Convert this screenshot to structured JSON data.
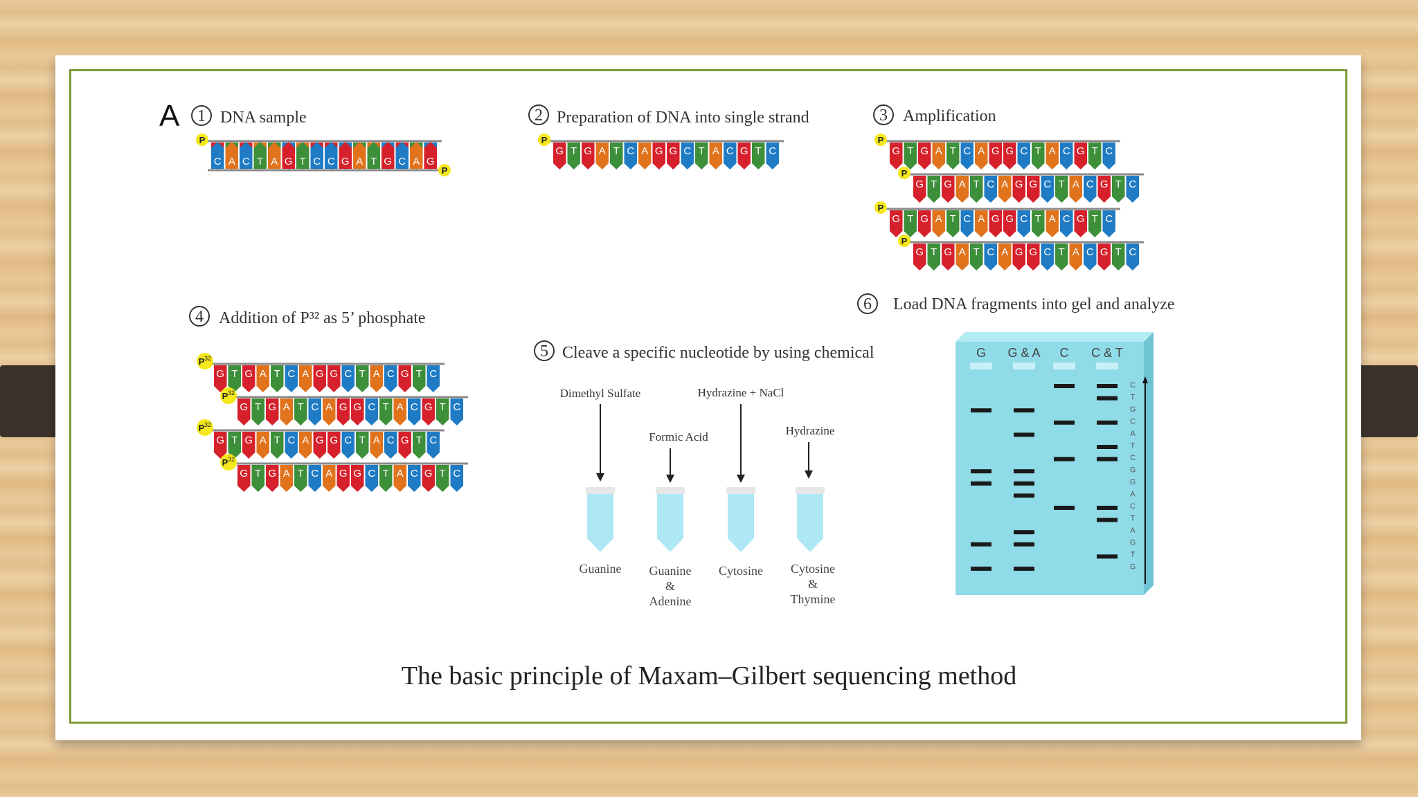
{
  "caption": "The basic principle of  Maxam–Gilbert sequencing method",
  "figure": {
    "panel_label": "A",
    "steps": [
      {
        "num": "1",
        "text": "DNA sample"
      },
      {
        "num": "2",
        "text": "Preparation of DNA into single strand"
      },
      {
        "num": "3",
        "text": "Amplification"
      },
      {
        "num": "4",
        "text": "Addition of  P³² as 5’ phosphate"
      },
      {
        "num": "5",
        "text": "Cleave a specific nucleotide by using chemical"
      },
      {
        "num": "6",
        "text": "Load DNA fragments into gel and analyze"
      }
    ],
    "sequence_top": "GTGATCAGGCTACGTC",
    "sequence_bottom": "CACTAGTCCGATGCAG",
    "phosphate_label": "P",
    "p32_label": {
      "base": "P",
      "sup": "32"
    },
    "nucleotide_colors": {
      "A": "#e0731c",
      "G": "#d6202b",
      "T": "#3d8f3a",
      "C": "#1f7bc4"
    },
    "chemicals": [
      {
        "reagent": "Dimethyl Sulfate",
        "base": [
          "Guanine"
        ]
      },
      {
        "reagent": "Formic Acid",
        "base": [
          "Guanine",
          "&",
          "Adenine"
        ]
      },
      {
        "reagent": "Hydrazine + NaCl",
        "base": [
          "Cytosine"
        ]
      },
      {
        "reagent": "Hydrazine",
        "base": [
          "Cytosine",
          "&",
          "Thymine"
        ]
      }
    ],
    "gel": {
      "lanes": [
        "G",
        "G & A",
        "C",
        "C & T"
      ],
      "read_sequence": [
        "C",
        "T",
        "G",
        "C",
        "A",
        "T",
        "C",
        "G",
        "G",
        "A",
        "C",
        "T",
        "A",
        "G",
        "T",
        "G"
      ],
      "colors": {
        "gel": "#8fdbe8",
        "gel_side": "#6fc4d3",
        "gel_top": "#b4ecf3",
        "band": "#1a1a1a"
      }
    },
    "tube_color": "#aee8f5"
  }
}
